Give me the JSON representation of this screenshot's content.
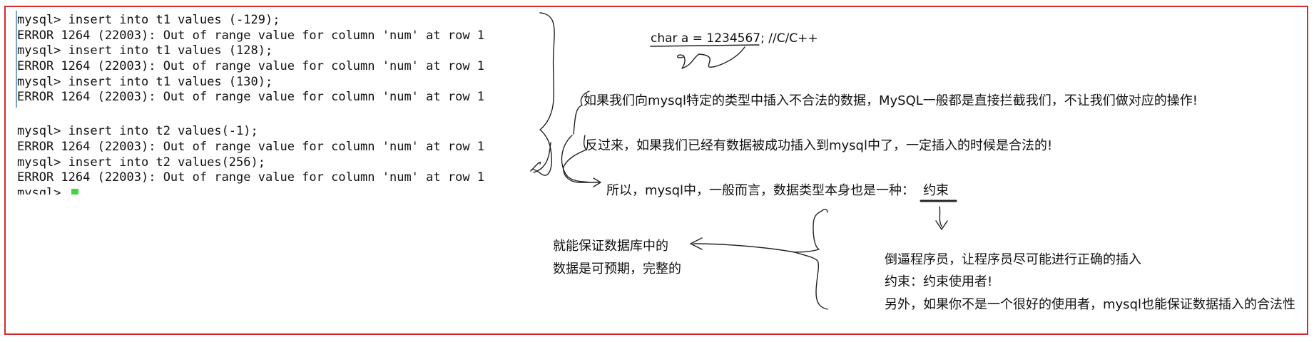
{
  "terminal": {
    "lines": [
      "mysql> insert into t1 values (-129);",
      "ERROR 1264 (22003): Out of range value for column 'num' at row 1",
      "mysql> insert into t1 values (128);",
      "ERROR 1264 (22003): Out of range value for column 'num' at row 1",
      "mysql> insert into t1 values (130);",
      "ERROR 1264 (22003): Out of range value for column 'num' at row 1",
      "",
      "mysql> insert into t2 values(-1);",
      "ERROR 1264 (22003): Out of range value for column 'num' at row 1",
      "mysql> insert into t2 values(256);",
      "ERROR 1264 (22003): Out of range value for column 'num' at row 1",
      "mysql> "
    ],
    "cursor_color": "#3fd63f"
  },
  "notes": {
    "c_example": "char a = 1234567; //C/C++",
    "illegal_insert": "如果我们向mysql特定的类型中插入不合法的数据，MySQL一般都是直接拦截我们，不让我们做对应的操作!",
    "legal_insert": "反过来，如果我们已经有数据被成功插入到mysql中了，一定插入的时候是合法的!",
    "conclusion_prefix": "所以，mysql中，一般而言，数据类型本身也是一种：",
    "constraint_word": "约束",
    "guarantee_line1": "就能保证数据库中的",
    "guarantee_line2": "数据是可预期，完整的",
    "detail_line1": "倒逼程序员，让程序员尽可能进行正确的插入",
    "detail_line2": "约束：约束使用者!",
    "detail_line3": "另外，如果你不是一个很好的使用者，mysql也能保证数据插入的合法性"
  },
  "colors": {
    "frame_border": "#d42a2a",
    "ink": "#222222"
  }
}
